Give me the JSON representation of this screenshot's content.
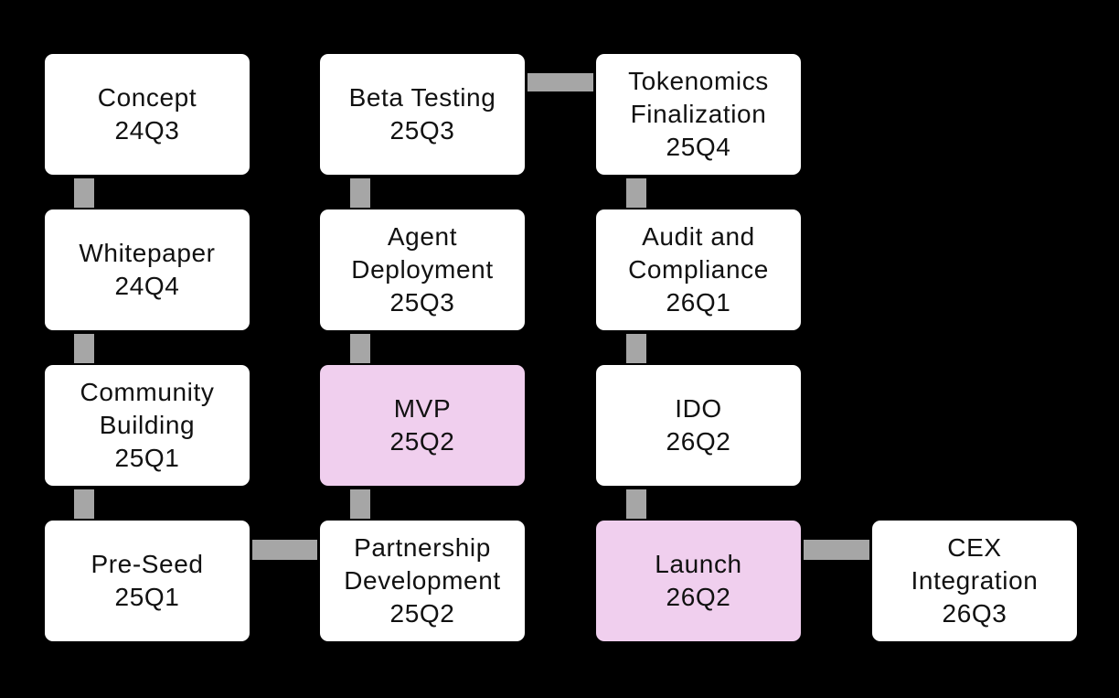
{
  "nodes": {
    "concept": {
      "title": [
        "Concept"
      ],
      "date": "24Q3"
    },
    "whitepaper": {
      "title": [
        "Whitepaper"
      ],
      "date": "24Q4"
    },
    "community": {
      "title": [
        "Community",
        "Building"
      ],
      "date": "25Q1"
    },
    "preseed": {
      "title": [
        "Pre-Seed"
      ],
      "date": "25Q1"
    },
    "partnership": {
      "title": [
        "Partnership",
        "Development"
      ],
      "date": "25Q2"
    },
    "mvp": {
      "title": [
        "MVP"
      ],
      "date": "25Q2"
    },
    "agent": {
      "title": [
        "Agent",
        "Deployment"
      ],
      "date": "25Q3"
    },
    "beta": {
      "title": [
        "Beta Testing"
      ],
      "date": "25Q3"
    },
    "tokenomics": {
      "title": [
        "Tokenomics",
        "Finalization"
      ],
      "date": "25Q4"
    },
    "audit": {
      "title": [
        "Audit and",
        "Compliance"
      ],
      "date": "26Q1"
    },
    "ido": {
      "title": [
        "IDO"
      ],
      "date": "26Q2"
    },
    "launch": {
      "title": [
        "Launch"
      ],
      "date": "26Q2"
    },
    "cex": {
      "title": [
        "CEX",
        "Integration"
      ],
      "date": "26Q3"
    }
  },
  "colors": {
    "background": "#000000",
    "node_fill": "#ffffff",
    "milestone_fill": "#f0cfee",
    "connector": "#a6a6a6",
    "text": "#111111"
  }
}
